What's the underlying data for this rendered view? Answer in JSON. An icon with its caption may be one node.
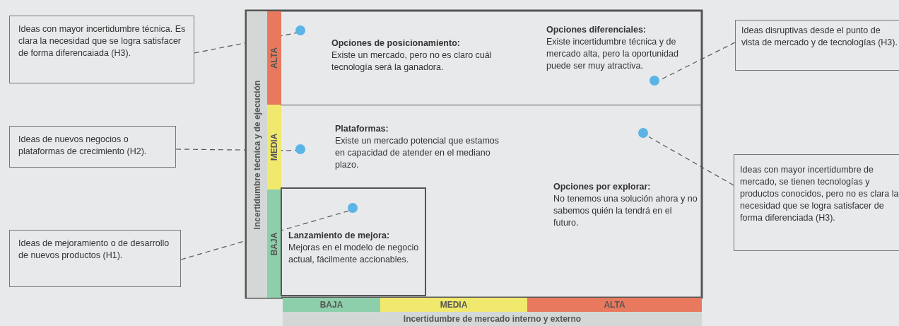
{
  "diagram": {
    "nodes": [
      {
        "text": [
          "Ideas con mayor incertidumbre técnica. Es clara la necesidad que se logra satisfacer de forma diferencaiada (H3)."
        ]
      },
      {
        "text": [
          "Ideas de nuevos negocios o plataformas de crecimiento (H2)."
        ]
      },
      {
        "text": [
          "Ideas de mejoramiento o de desarrollo de nuevos productos (H1)."
        ]
      },
      {
        "text": [
          "Ideas disruptivas desde el punto de vista de mercado y de tecnologías (H3)."
        ]
      },
      {
        "text": [
          "Ideas con mayor incertidumbre de mercado, se tienen tecnologías y productos conocidos, pero no es clara la necesidad que se logra satisfacer de forma diferenciada (H3)."
        ]
      },
      {
        "text": [
          "Incertidumbre técnica y de ejecución"
        ]
      },
      {
        "text": [
          "ALTA"
        ]
      },
      {
        "text": [
          "MEDIA"
        ]
      },
      {
        "text": [
          "BAJA"
        ]
      },
      {
        "text": [
          "Opciones de posicionamiento:",
          "Existe un mercado, pero no es claro cuál tecnología será la ganadora."
        ]
      },
      {
        "text": [
          "Opciones diferenciales:",
          "Existe incertidumbre técnica y de mercado alta, pero la oportunidad puede ser muy atractiva."
        ]
      },
      {
        "text": [
          "Plataformas:",
          "Existe un mercado potencial que estamos en capacidad de atender en el mediano plazo."
        ]
      },
      {
        "text": [
          "Lanzamiento de mejora:",
          "Mejoras en el modelo de negocio actual, fácilmente accionables."
        ],
        "in": 11
      },
      {
        "text": [
          "Opciones por explorar:",
          "No tenemos una solución ahora y no sabemos quién la tendrá en el futuro."
        ]
      },
      {
        "text": [
          "BAJA"
        ]
      },
      {
        "text": [
          "MEDIA"
        ]
      },
      {
        "text": [
          "ALTA"
        ]
      },
      {
        "text": [
          "Incertidumbre de mercado interno y externo"
        ]
      },
      {
        "text": [],
        "shape": "circle",
        "in": 9
      },
      {
        "text": [],
        "shape": "circle",
        "in": 11
      },
      {
        "text": [],
        "shape": "circle",
        "in": 12
      },
      {
        "text": [],
        "shape": "circle",
        "in": 10
      },
      {
        "text": [],
        "shape": "circle",
        "in": 13
      }
    ],
    "edges": [
      {
        "from": 0,
        "to": 18,
        "arrow": "none",
        "style": "dashed"
      },
      {
        "from": 1,
        "to": 19,
        "arrow": "none",
        "style": "dashed"
      },
      {
        "from": 2,
        "to": 20,
        "arrow": "none",
        "style": "dashed"
      },
      {
        "from": 3,
        "to": 21,
        "arrow": "none",
        "style": "dashed"
      },
      {
        "from": 4,
        "to": 22,
        "arrow": "none",
        "style": "dashed"
      }
    ]
  }
}
